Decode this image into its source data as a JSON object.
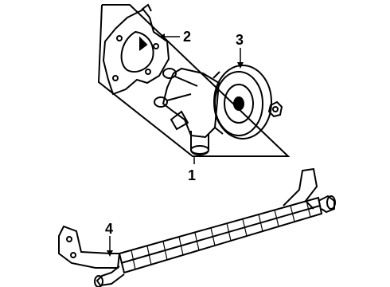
{
  "diagram": {
    "callouts": [
      {
        "number": "1",
        "part": "water-pump-assembly"
      },
      {
        "number": "2",
        "part": "gasket"
      },
      {
        "number": "3",
        "part": "pulley"
      },
      {
        "number": "4",
        "part": "oil-cooler"
      }
    ]
  }
}
